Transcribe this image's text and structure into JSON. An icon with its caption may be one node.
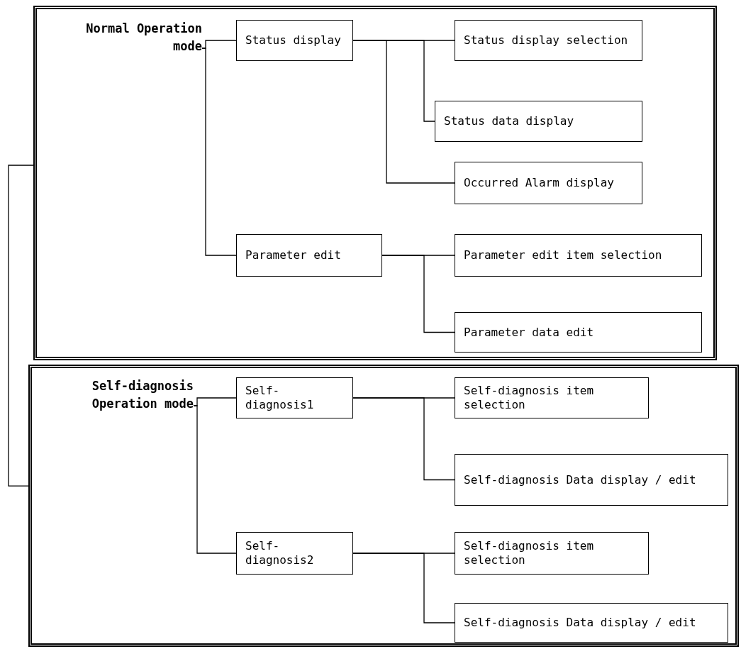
{
  "diagram": {
    "nodes": [
      {
        "text": [],
        "shape": "box"
      },
      {
        "text": [
          "Normal Operation mode"
        ],
        "in": 0
      },
      {
        "text": [
          "Status display"
        ],
        "in": 0
      },
      {
        "text": [
          "Status display selection"
        ],
        "in": 0
      },
      {
        "text": [
          "Status data display"
        ],
        "in": 0
      },
      {
        "text": [
          "Occurred Alarm display"
        ],
        "in": 0
      },
      {
        "text": [
          "Parameter edit"
        ],
        "in": 0
      },
      {
        "text": [
          "Parameter edit item selection"
        ],
        "in": 0
      },
      {
        "text": [
          "Parameter data edit"
        ],
        "in": 0
      },
      {
        "text": [],
        "shape": "box"
      },
      {
        "text": [
          "Self-diagnosis Operation mode"
        ],
        "in": 9
      },
      {
        "text": [
          "Self-diagnosis1"
        ],
        "in": 9
      },
      {
        "text": [
          "Self-diagnosis item selection"
        ],
        "in": 9
      },
      {
        "text": [
          "Self-diagnosis Data display / edit"
        ],
        "in": 9
      },
      {
        "text": [
          "Self-diagnosis2"
        ],
        "in": 9
      },
      {
        "text": [
          "Self-diagnosis item selection"
        ],
        "in": 9
      },
      {
        "text": [
          "Self-diagnosis Data display / edit"
        ],
        "in": 9
      }
    ],
    "edges": [
      {
        "from": 0,
        "to": 9,
        "arrow": "none"
      },
      {
        "from": 1,
        "to": 2,
        "arrow": "none"
      },
      {
        "from": 1,
        "to": 6,
        "arrow": "none"
      },
      {
        "from": 2,
        "to": 3,
        "arrow": "none"
      },
      {
        "from": 2,
        "to": 4,
        "arrow": "none"
      },
      {
        "from": 2,
        "to": 5,
        "arrow": "none"
      },
      {
        "from": 6,
        "to": 7,
        "arrow": "none"
      },
      {
        "from": 6,
        "to": 8,
        "arrow": "none"
      },
      {
        "from": 10,
        "to": 11,
        "arrow": "none"
      },
      {
        "from": 10,
        "to": 14,
        "arrow": "none"
      },
      {
        "from": 11,
        "to": 12,
        "arrow": "none"
      },
      {
        "from": 11,
        "to": 13,
        "arrow": "none"
      },
      {
        "from": 14,
        "to": 15,
        "arrow": "none"
      },
      {
        "from": 14,
        "to": 16,
        "arrow": "none"
      }
    ]
  }
}
